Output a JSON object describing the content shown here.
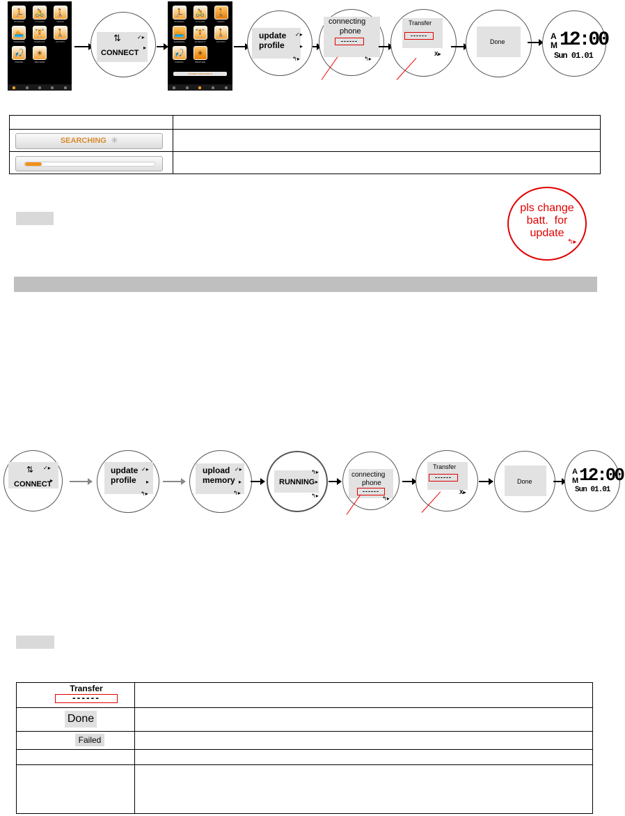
{
  "flow1": {
    "connect_label": "CONNECT",
    "update_label_1": "update",
    "update_label_2": "profile",
    "connecting_1": "connecting",
    "connecting_2": "phone",
    "transfer_label": "Transfer",
    "done_label": "Done",
    "clock_ampm_a": "A",
    "clock_ampm_m": "M",
    "clock_time": "12:00",
    "clock_date": "Sun 01.01",
    "dash_dots": "------"
  },
  "phone_apps": [
    "RUNNING",
    "CYCLING",
    "HIKING",
    "SWIMMING",
    "WORKOUT",
    "ACTIVITY",
    "FISHING",
    "WEATHER"
  ],
  "phone_button": "CONNECT WITH WATCH",
  "status_table": {
    "searching_label": "SEARCHING",
    "progress_fraction": 0.13
  },
  "battery_popup": {
    "line1": "pls change",
    "line2": "batt.  for",
    "line3": "update"
  },
  "flow2": {
    "connect_label": "CONNECT",
    "update_label_1": "update",
    "update_label_2": "profile",
    "upload_label_1": "upload",
    "upload_label_2": "memory",
    "running_label": "RUNNING",
    "connecting_1": "connecting",
    "connecting_2": "phone",
    "transfer_label": "Transfer",
    "done_label": "Done",
    "clock_ampm_a": "A",
    "clock_ampm_m": "M",
    "clock_time": "12:00",
    "clock_date": "Sun 01.01",
    "dash_dots": "------"
  },
  "result_table": {
    "transfer_label": "Transfer",
    "dash_dots": "------",
    "done_label": "Done",
    "failed_label": "Failed"
  },
  "colors": {
    "accent_orange": "#e8870e",
    "red": "#e00000",
    "gray_bar": "#bfbfbf"
  }
}
